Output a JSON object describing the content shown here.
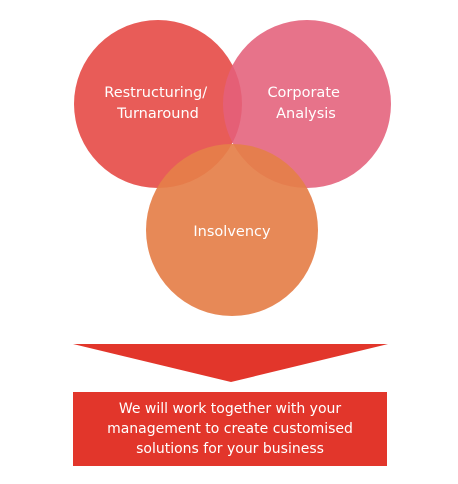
{
  "diagram": {
    "circles": [
      {
        "id": "restructuring",
        "lines": [
          "Restructuring/",
          "Turnaround"
        ],
        "color": "#e7534f"
      },
      {
        "id": "corporate",
        "lines": [
          "Corporate",
          "Analysis"
        ],
        "color": "#e4607a"
      },
      {
        "id": "insolvency",
        "lines": [
          "Insolvency"
        ],
        "color": "#e57f49"
      }
    ],
    "overlap_color": "#e03c3c",
    "arrow_color": "#e2362b",
    "message": {
      "lines": [
        "We will work together with your",
        "management to create customised",
        "solutions for your business"
      ],
      "color": "#e2362b"
    }
  }
}
